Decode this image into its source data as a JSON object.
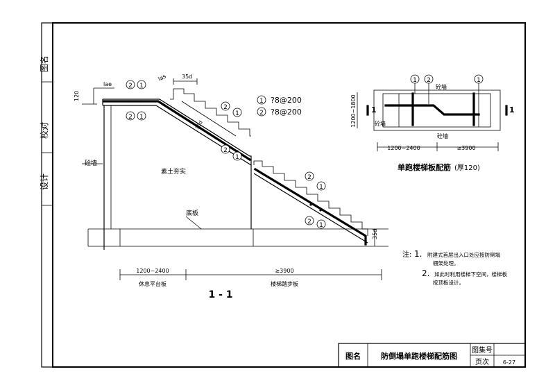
{
  "sidebar": {
    "drawing_name_label": "图名",
    "check_label": "校对",
    "design_label": "设计"
  },
  "callouts": {
    "bar1": "1",
    "bar2": "2"
  },
  "legend": {
    "bar1_spec": "?8@200",
    "bar2_spec": "?8@200"
  },
  "section": {
    "label_lae": "lae",
    "label_las": "las",
    "dim_35d": "35d",
    "dim_120": "120",
    "dim_35d_lower": "35d",
    "dim_35d_diag": "35d",
    "wall_label": "砼墙",
    "fill_label": "素土夯实",
    "base_label": "底板",
    "dim_landing": "1200~2400",
    "dim_run": "≥3900",
    "landing_name": "休息平台板",
    "run_name": "楼梯踏步板",
    "section_title": "1 - 1"
  },
  "plan": {
    "dim_width": "1200~1800",
    "wall_top": "砼墙",
    "wall_left": "砼墙",
    "wall_bottom": "砼墙",
    "cut_left": "1",
    "cut_right": "1",
    "dim_landing": "1200~2400",
    "dim_run": "≥3900",
    "title": "单跑楼梯板配筋",
    "thickness": "(厚120)"
  },
  "notes": {
    "prefix": "注:",
    "n1_num": "1.",
    "n1_line1": "附建式首层出入口处应按防倒塌",
    "n1_line2": "棚架处理。",
    "n2_num": "2.",
    "n2_line1": "如此时利用楼梯下空间，楼梯板",
    "n2_line2": "按顶板设计。"
  },
  "titleblock": {
    "name_label": "图名",
    "drawing_title": "防倒塌单跑楼梯配筋图",
    "atlas_label": "图集号",
    "page_label": "页次",
    "page_value": "6-27"
  }
}
